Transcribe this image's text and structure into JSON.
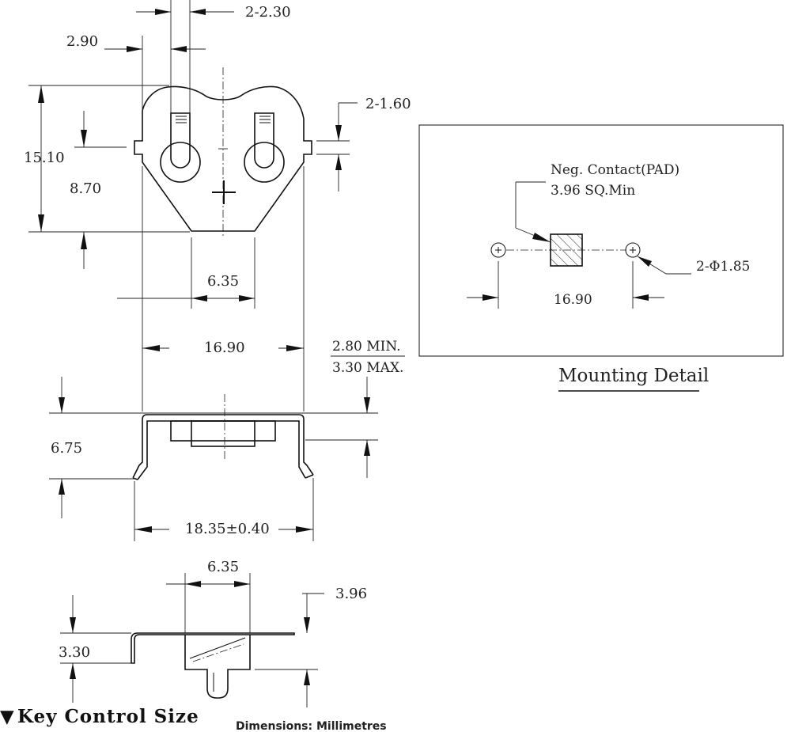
{
  "dimensions": {
    "pin_width": "2-2.30",
    "offset_290": "2.90",
    "height_1510": "15.10",
    "height_870": "8.70",
    "tab_160": "2-1.60",
    "width_635_top": "6.35",
    "width_1690": "16.90",
    "height_min": "2.80 MIN.",
    "height_max": "3.30 MAX.",
    "height_675": "6.75",
    "width_1835": "18.35±0.40",
    "width_635_side": "6.35",
    "height_396": "3.96",
    "height_330": "3.30"
  },
  "mounting_detail": {
    "title": "Mounting Detail",
    "neg_contact": "Neg. Contact(PAD)",
    "pad_size": "3.96 SQ.Min",
    "hole_label": "2-Φ1.85",
    "spacing": "16.90"
  },
  "footer": {
    "key_marker": "▼",
    "key_label": "Key  Control  Size",
    "units": "Dimensions:  Millimetres"
  }
}
